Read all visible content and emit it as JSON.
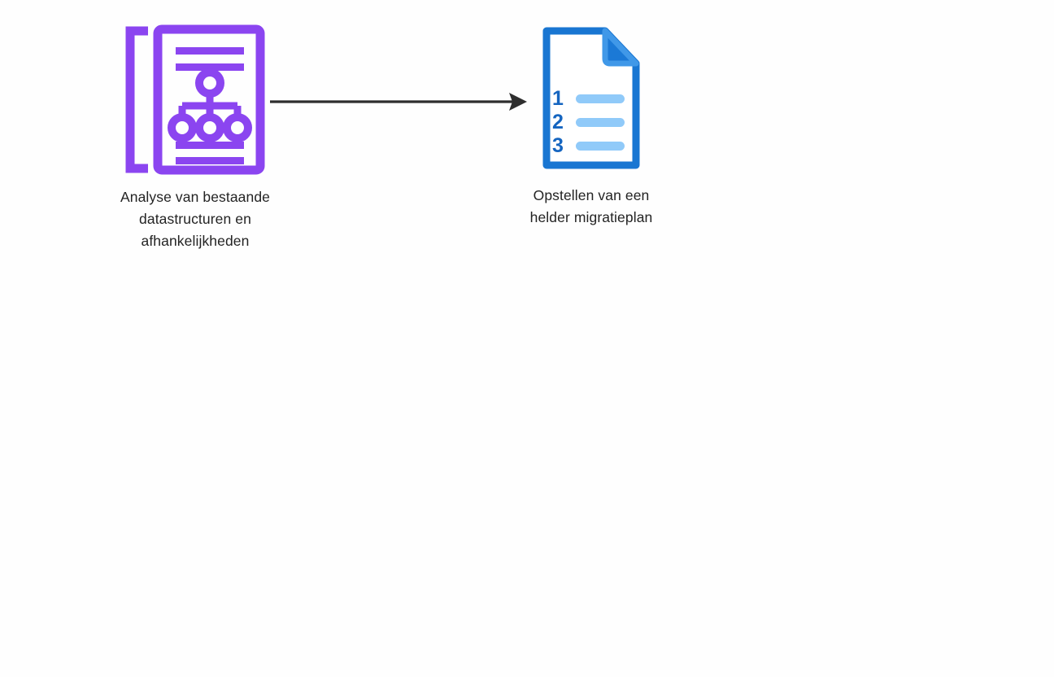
{
  "diagram": {
    "title": "",
    "background_color": "#fefefe",
    "nodes": [
      {
        "id": "analysis",
        "icon": "document-hierarchy-icon",
        "icon_color": "#8B45F0",
        "label": "Analyse van bestaande\ndatastructuren en\nafhankelijkheden",
        "label_color": "#232323"
      },
      {
        "id": "plan",
        "icon": "numbered-list-document-icon",
        "icon_color": "#1976D2",
        "icon_accent_color": "#90CAF9",
        "icon_fold_color": "#1B79D6",
        "label": "Opstellen van een\nhelder migratieplan",
        "label_color": "#232323"
      }
    ],
    "connectors": [
      {
        "id": "analysis-to-plan",
        "type": "arrow",
        "from": "analysis",
        "to": "plan",
        "color": "#2e2e2e",
        "label": ""
      }
    ],
    "list_numbers": [
      "1",
      "2",
      "3"
    ]
  }
}
